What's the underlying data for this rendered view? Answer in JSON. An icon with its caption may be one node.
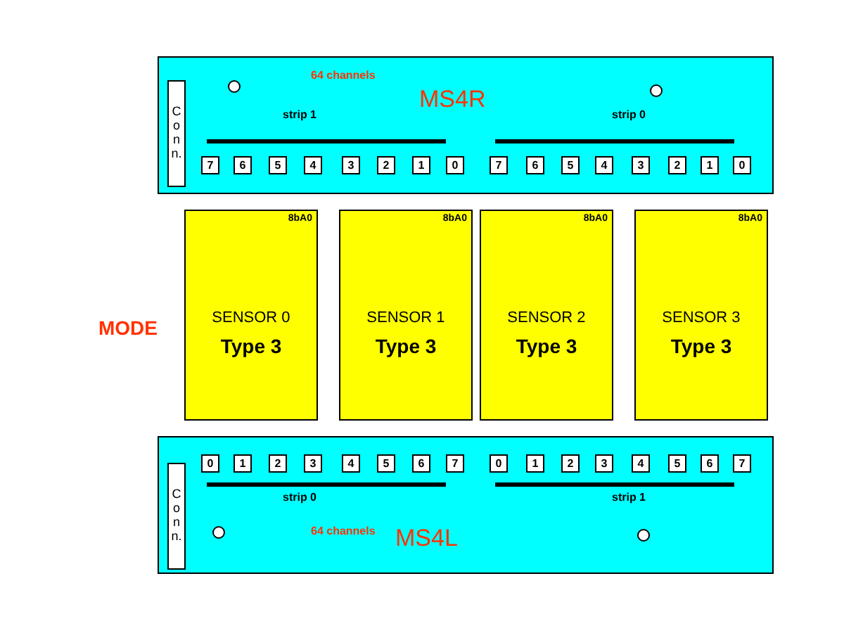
{
  "diagram": {
    "nodes": [
      {
        "text": [
          "64 channels",
          "MS4R"
        ]
      },
      {
        "text": [
          "Conn."
        ],
        "in": 0
      },
      {
        "text": [
          "7"
        ],
        "in": 0
      },
      {
        "text": [
          "6"
        ],
        "in": 0
      },
      {
        "text": [
          "5"
        ],
        "in": 0
      },
      {
        "text": [
          "4"
        ],
        "in": 0
      },
      {
        "text": [
          "3"
        ],
        "in": 0
      },
      {
        "text": [
          "2"
        ],
        "in": 0
      },
      {
        "text": [
          "1"
        ],
        "in": 0
      },
      {
        "text": [
          "0"
        ],
        "in": 0
      },
      {
        "text": [
          "7"
        ],
        "in": 0
      },
      {
        "text": [
          "6"
        ],
        "in": 0
      },
      {
        "text": [
          "5"
        ],
        "in": 0
      },
      {
        "text": [
          "4"
        ],
        "in": 0
      },
      {
        "text": [
          "3"
        ],
        "in": 0
      },
      {
        "text": [
          "2"
        ],
        "in": 0
      },
      {
        "text": [
          "1"
        ],
        "in": 0
      },
      {
        "text": [
          "0"
        ],
        "in": 0
      },
      {
        "text": [
          "8bA0",
          "SENSOR 0",
          "Type 3"
        ]
      },
      {
        "text": [
          "8bA0",
          "SENSOR 1",
          "Type 3"
        ]
      },
      {
        "text": [
          "8bA0",
          "SENSOR 2",
          "Type 3"
        ]
      },
      {
        "text": [
          "8bA0",
          "SENSOR 3",
          "Type 3"
        ]
      },
      {
        "text": [
          "64 channels",
          "MS4L"
        ]
      },
      {
        "text": [
          "Conn."
        ],
        "in": 22
      },
      {
        "text": [
          "0"
        ],
        "in": 22
      },
      {
        "text": [
          "1"
        ],
        "in": 22
      },
      {
        "text": [
          "2"
        ],
        "in": 22
      },
      {
        "text": [
          "3"
        ],
        "in": 22
      },
      {
        "text": [
          "4"
        ],
        "in": 22
      },
      {
        "text": [
          "5"
        ],
        "in": 22
      },
      {
        "text": [
          "6"
        ],
        "in": 22
      },
      {
        "text": [
          "7"
        ],
        "in": 22
      },
      {
        "text": [
          "0"
        ],
        "in": 22
      },
      {
        "text": [
          "1"
        ],
        "in": 22
      },
      {
        "text": [
          "2"
        ],
        "in": 22
      },
      {
        "text": [
          "3"
        ],
        "in": 22
      },
      {
        "text": [
          "4"
        ],
        "in": 22
      },
      {
        "text": [
          "5"
        ],
        "in": 22
      },
      {
        "text": [
          "6"
        ],
        "in": 22
      },
      {
        "text": [
          "7"
        ],
        "in": 22
      }
    ],
    "labels": [
      "strip 1",
      "strip 0",
      "MODE",
      "strip 0",
      "strip 1"
    ]
  }
}
